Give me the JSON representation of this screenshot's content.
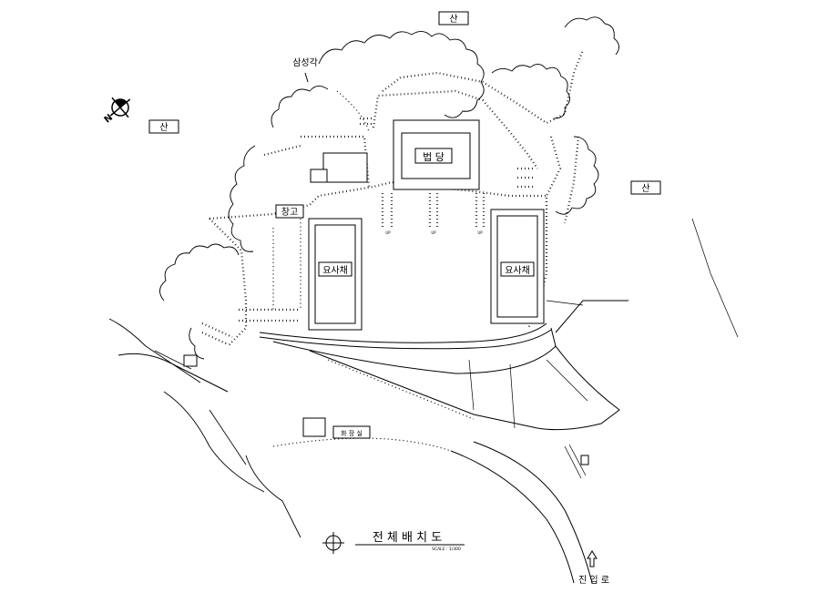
{
  "labels": {
    "mountain": "산",
    "samseonggak": "삼성각",
    "beopdang": "법 당",
    "changgo": "창고",
    "yosachae": "요사채",
    "hwajangsil": "화 장 실",
    "title": "전 체 배 치 도",
    "scale": "SCALE : 1/300",
    "entrance": "진 입 로",
    "up": "UP"
  },
  "colors": {
    "line": "#000000",
    "background": "#ffffff"
  },
  "icons": [
    "north-arrow-icon",
    "entrance-arrow-icon",
    "title-circle-icon"
  ]
}
